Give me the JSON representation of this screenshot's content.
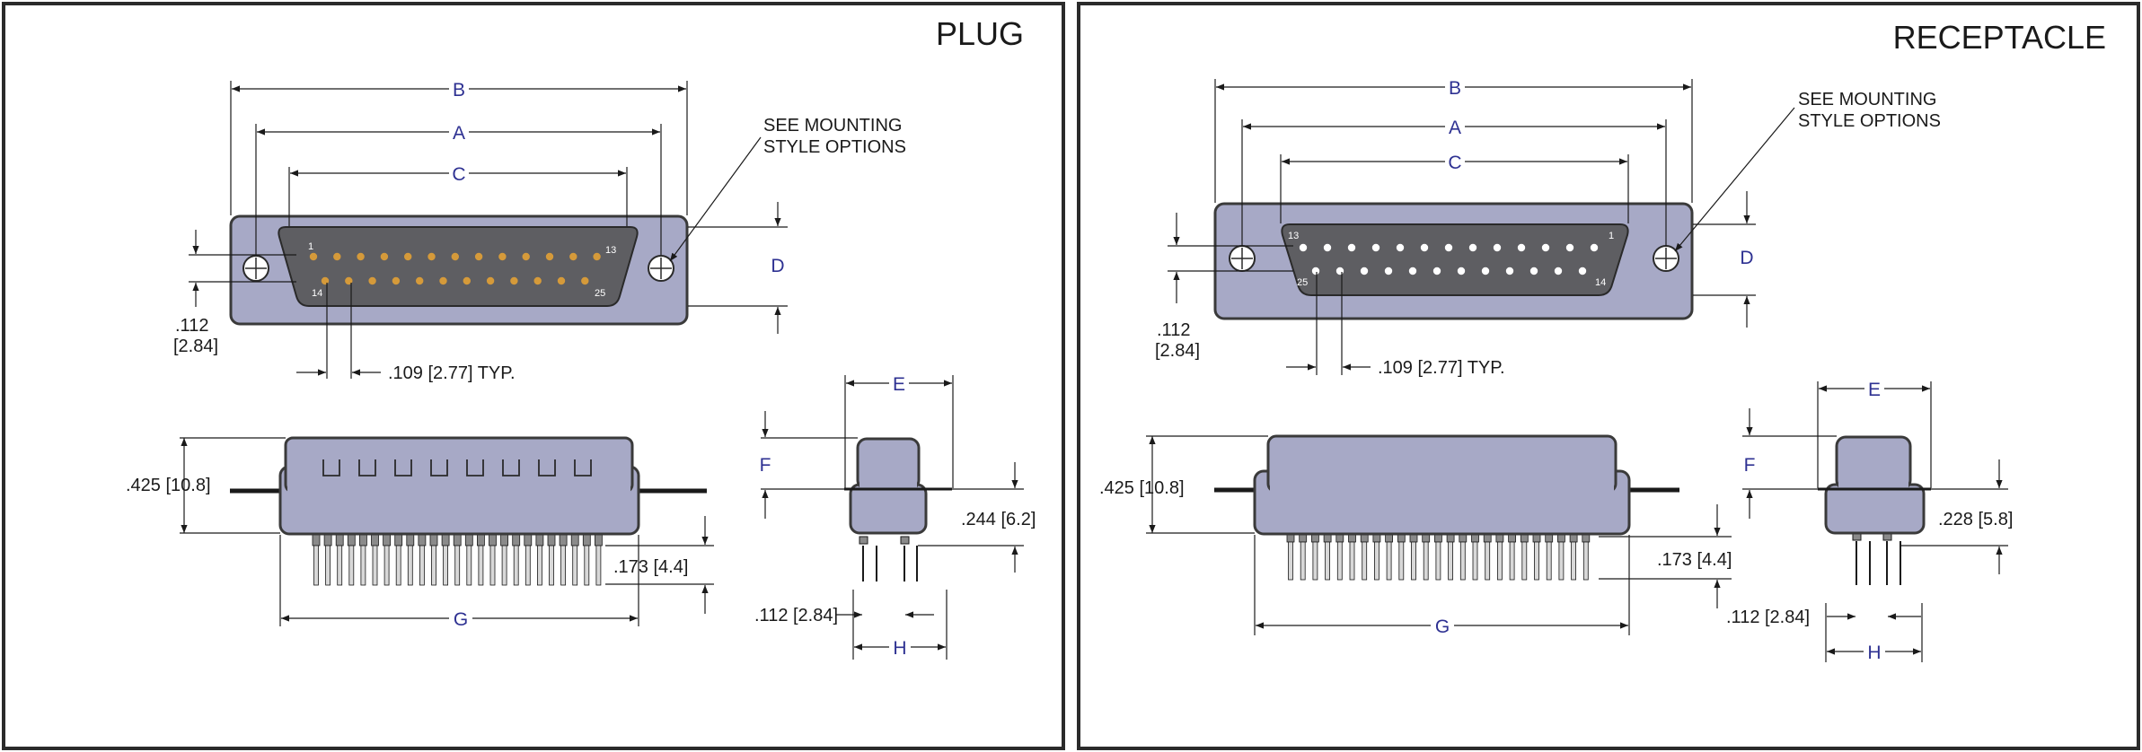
{
  "panels": [
    {
      "title": "PLUG",
      "labels": {
        "B": "B",
        "A": "A",
        "C": "C",
        "D": "D",
        "E": "E",
        "F": "F",
        "G": "G",
        "H": "H",
        "mounting_note_line1": "SEE MOUNTING",
        "mounting_note_line2": "STYLE OPTIONS",
        "shell_offset_in": ".112",
        "shell_offset_mm": "[2.84]",
        "pin_pitch": ".109 [2.77] TYP.",
        "height": ".425 [10.8]",
        "tail_length": ".173 [4.4]",
        "side_height": ".244 [6.2]",
        "side_offset": ".112 [2.84]",
        "pin1": "1",
        "pin13": "13",
        "pin14": "14",
        "pin25": "25"
      }
    },
    {
      "title": "RECEPTACLE",
      "labels": {
        "B": "B",
        "A": "A",
        "C": "C",
        "D": "D",
        "E": "E",
        "F": "F",
        "G": "G",
        "H": "H",
        "mounting_note_line1": "SEE MOUNTING",
        "mounting_note_line2": "STYLE OPTIONS",
        "shell_offset_in": ".112",
        "shell_offset_mm": "[2.84]",
        "pin_pitch": ".109 [2.77] TYP.",
        "height": ".425 [10.8]",
        "tail_length": ".173 [4.4]",
        "side_height": ".228 [5.8]",
        "side_offset": ".112 [2.84]",
        "pin1": "1",
        "pin13": "13",
        "pin14": "14",
        "pin25": "25"
      }
    }
  ],
  "colors": {
    "frame": "#2b2b2b",
    "shell": "#a7a9c6",
    "shell_outline": "#3a3a3a",
    "insert": "#5e5e62",
    "pin_plug": "#d59a3a",
    "pin_receptacle": "#ffffff",
    "dim_letter": "#2e3192",
    "text": "#1a1a1a"
  }
}
